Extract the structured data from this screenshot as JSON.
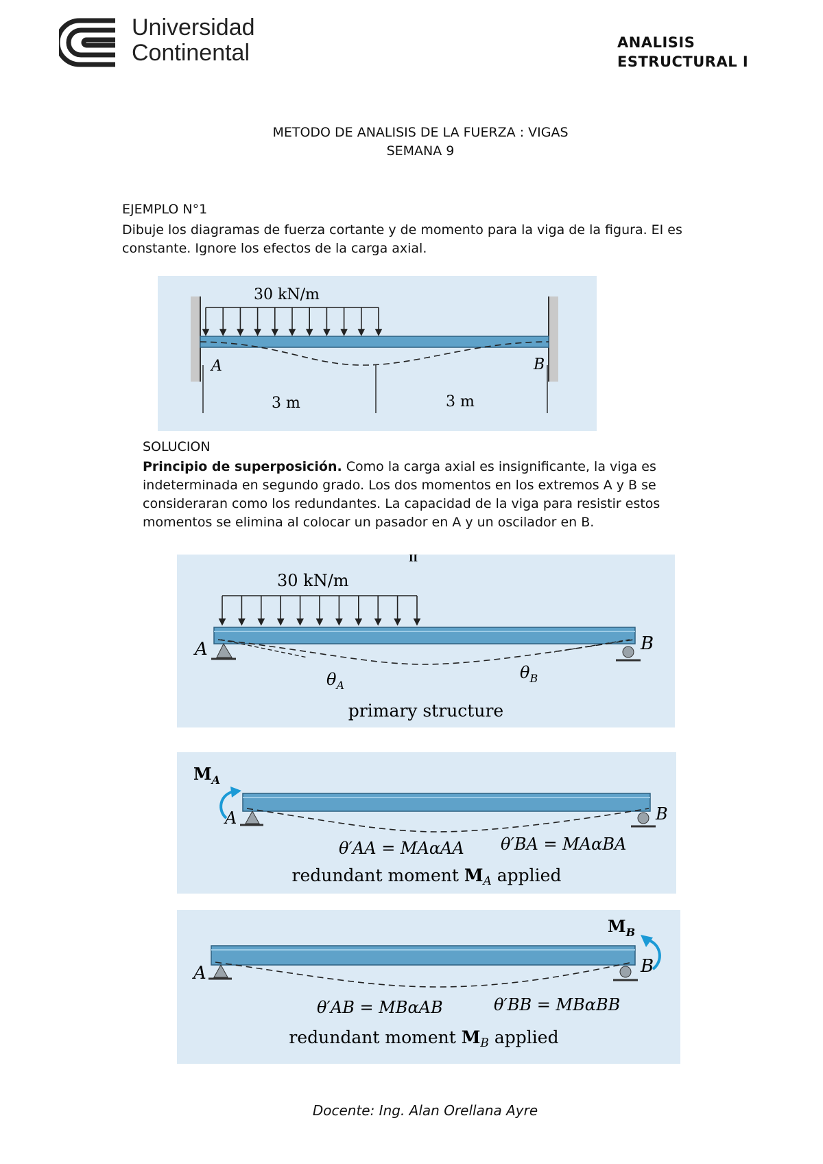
{
  "header": {
    "logo_line1": "Universidad",
    "logo_line2": "Continental",
    "course_line1": "ANALISIS",
    "course_line2": "ESTRUCTURAL I"
  },
  "title": {
    "line1": "METODO DE ANALISIS DE LA FUERZA : VIGAS",
    "line2": "SEMANA 9"
  },
  "example": {
    "heading": "EJEMPLO N°1",
    "text": "Dibuje los diagramas de fuerza cortante y  de momento para la viga de la figura. EI es constante. Ignore los efectos de la carga axial."
  },
  "figure1": {
    "load_label": "30 kN/m",
    "support_a": "A",
    "support_b": "B",
    "span1": "3 m",
    "span2": "3 m"
  },
  "solution": {
    "heading": "SOLUCION",
    "bold_lead": "Principio de superposición.",
    "text": " Como la carga axial es insignificante, la viga es indeterminada en segundo grado. Los dos momentos en los extremos A y B se consideraran como los redundantes. La capacidad de la viga para resistir estos momentos se elimina al colocar un pasador en A y un oscilador en B."
  },
  "figure2": {
    "top_mark": "II",
    "load_label": "30 kN/m",
    "support_a": "A",
    "support_b": "B",
    "theta_a": "θ",
    "theta_a_sub": "A",
    "theta_b": "θ",
    "theta_b_sub": "B",
    "caption": "primary structure"
  },
  "figure3": {
    "moment_label": "M",
    "moment_sub": "A",
    "support_a": "A",
    "support_b": "B",
    "eq1": "θ′AA = MAαAA",
    "eq2": "θ′BA = MAαBA",
    "caption_pre": "redundant moment ",
    "caption_bold": "M",
    "caption_sub": "A",
    "caption_post": " applied"
  },
  "figure4": {
    "moment_label": "M",
    "moment_sub": "B",
    "support_a": "A",
    "support_b": "B",
    "eq1": "θ′AB = MBαAB",
    "eq2": "θ′BB = MBαBB",
    "caption_pre": "redundant moment ",
    "caption_bold": "M",
    "caption_sub": "B",
    "caption_post": " applied"
  },
  "footer": {
    "text": "Docente: Ing. Alan Orellana Ayre"
  },
  "colors": {
    "figure_bg": "#dceaf5",
    "beam": "#5fa2c9",
    "moment_arrow": "#1b9ad6"
  }
}
